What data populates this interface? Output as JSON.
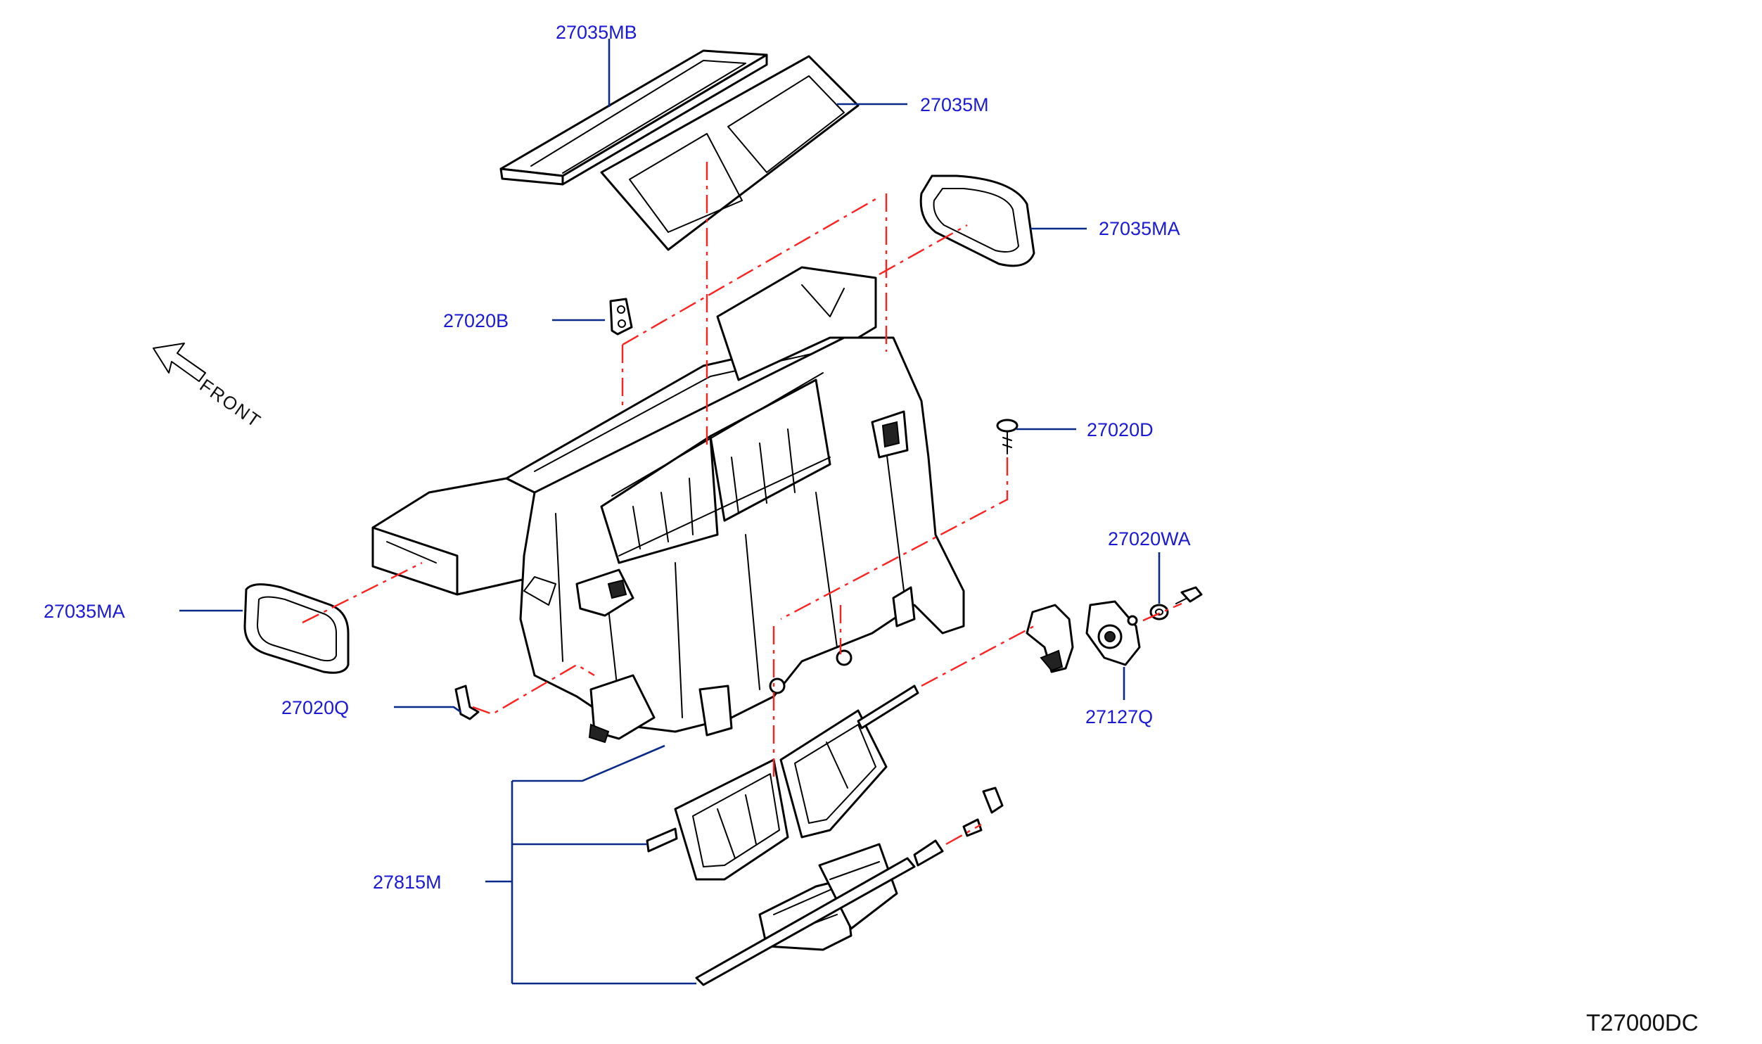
{
  "diagram_code": "T27000DC",
  "direction": {
    "text": "FRONT",
    "arrow_icon": "front-arrow-icon"
  },
  "colors": {
    "label": "#1a1ad6",
    "leader": "#0a2a8a",
    "phantom_line": "#ff2020",
    "part_outline": "#000000"
  },
  "callouts": {
    "p27035MB": "27035MB",
    "p27035M": "27035M",
    "p27035MA_top": "27035MA",
    "p27020B": "27020B",
    "p27020D": "27020D",
    "p27020WA": "27020WA",
    "p27035MA_left": "27035MA",
    "p27020Q": "27020Q",
    "p27127Q": "27127Q",
    "p27815M": "27815M"
  }
}
